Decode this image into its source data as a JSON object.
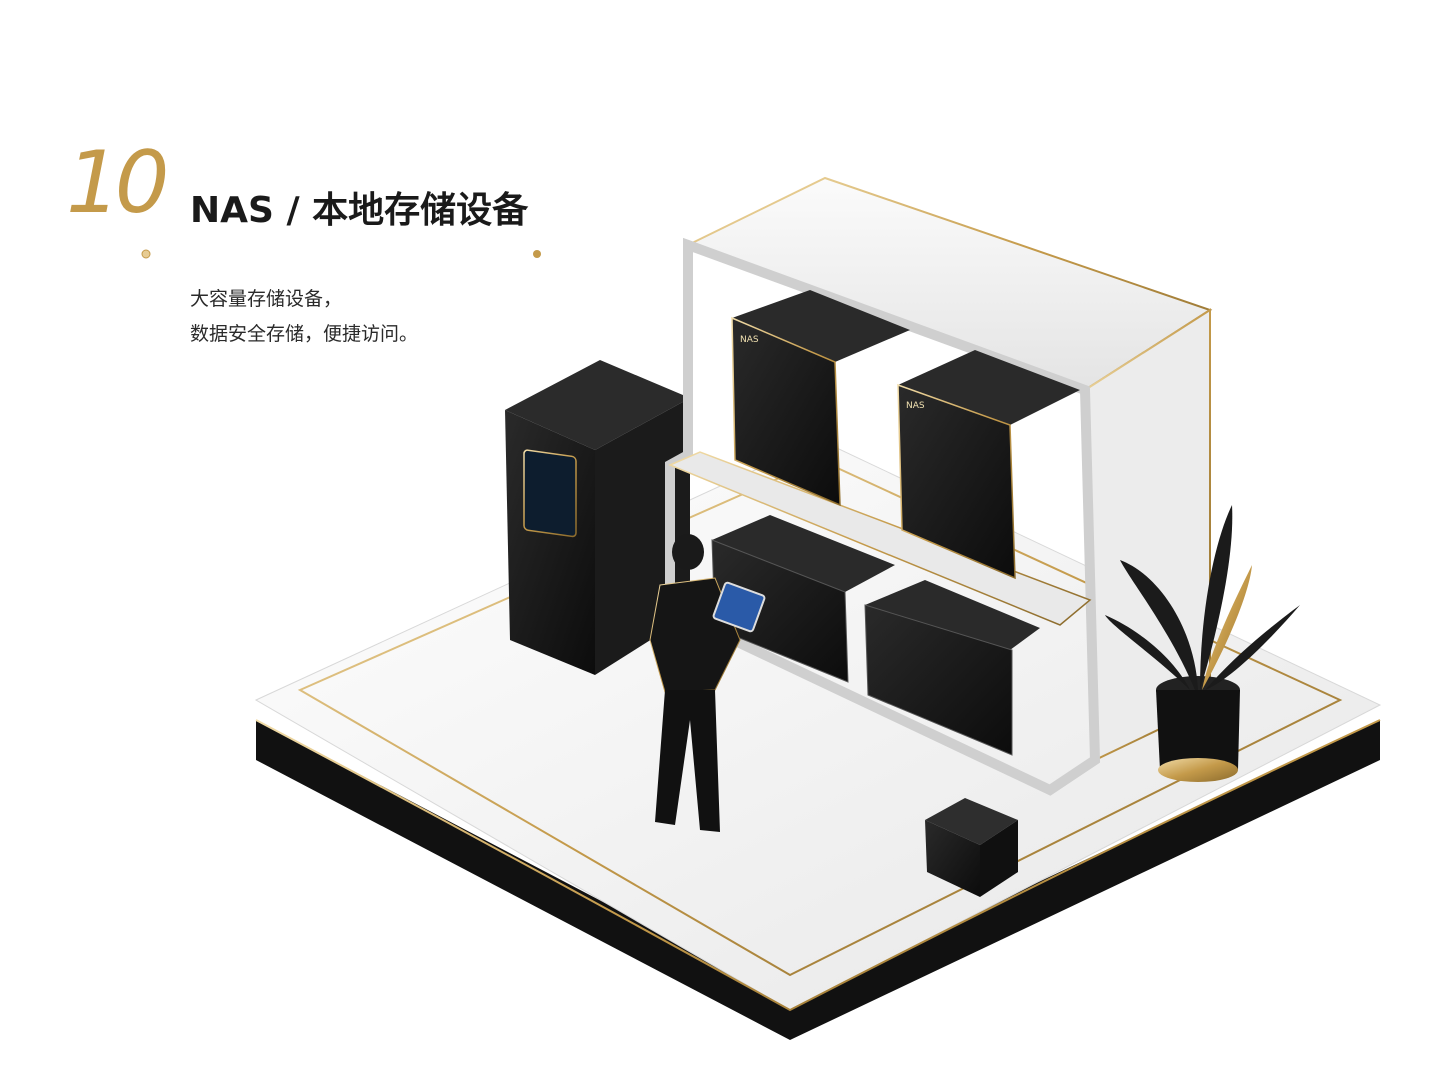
{
  "header": {
    "number": "10",
    "title": "NAS / 本地存储设备",
    "description": [
      "大容量存储设备，",
      "数据安全存储，便捷访问。"
    ]
  },
  "illustration": {
    "nas_label": "NAS",
    "tablet_screen_text": "",
    "colors": {
      "gold": "#c49a4a",
      "black": "#141414",
      "platform": "#f2f2f2"
    }
  }
}
